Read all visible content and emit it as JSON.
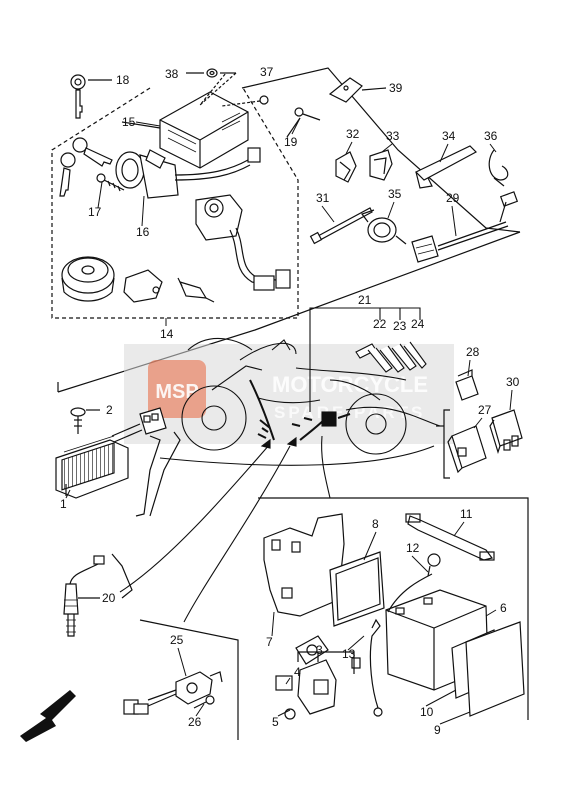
{
  "diagram": {
    "labels": {
      "p1": "1",
      "p2": "2",
      "p3": "3",
      "p4": "4",
      "p5": "5",
      "p6": "6",
      "p7": "7",
      "p8": "8",
      "p9": "9",
      "p10": "10",
      "p11": "11",
      "p12": "12",
      "p13": "13",
      "p14": "14",
      "p15": "15",
      "p16": "16",
      "p17": "17",
      "p18": "18",
      "p19": "19",
      "p20": "20",
      "p21": "21",
      "p22": "22",
      "p23": "23",
      "p24": "24",
      "p25": "25",
      "p26": "26",
      "p27": "27",
      "p28": "28",
      "p29": "29",
      "p30": "30",
      "p31": "31",
      "p32": "32",
      "p33": "33",
      "p34": "34",
      "p35": "35",
      "p36": "36",
      "p37": "37",
      "p38": "38",
      "p39": "39"
    }
  },
  "watermark": {
    "brand_line1": "MOTORCYCLE",
    "brand_line2": "SPARE PARTS",
    "logo_letters": "MSP",
    "color": "#e8643c"
  },
  "colors": {
    "ink": "#111111",
    "watermark_band": "#d9d9d9"
  },
  "icons": {
    "direction_arrow": "front-direction-arrow-icon"
  }
}
